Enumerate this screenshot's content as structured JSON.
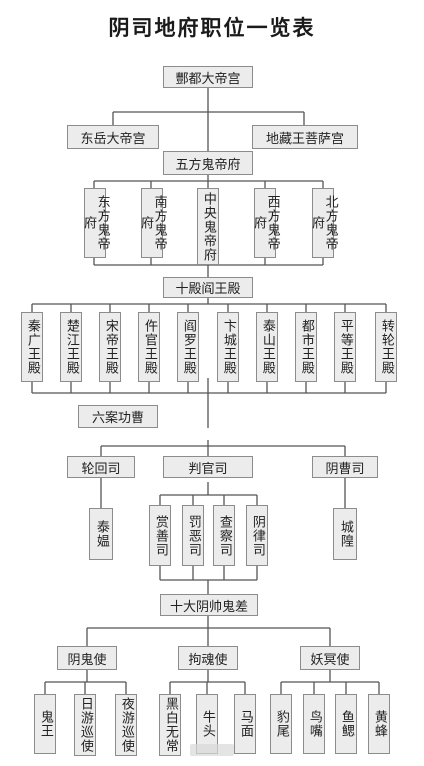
{
  "title": "阴司地府职位一览表",
  "nodes": {
    "fengdu": "酆都大帝宫",
    "dongyue": "东岳大帝宫",
    "dizang": "地藏王菩萨宫",
    "wufang": "五方鬼帝府",
    "east": "东方鬼帝府",
    "south": "南方鬼帝府",
    "central": "中央鬼帝府",
    "west": "西方鬼帝府",
    "north": "北方鬼帝府",
    "shidian": "十殿阎王殿",
    "d1": "秦广王殿",
    "d2": "楚江王殿",
    "d3": "宋帝王殿",
    "d4": "仵官王殿",
    "d5": "阎罗王殿",
    "d6": "卞城王殿",
    "d7": "泰山王殿",
    "d8": "都市王殿",
    "d9": "平等王殿",
    "d10": "转轮王殿",
    "liuan": "六案功曹",
    "lunhui": "轮回司",
    "panguan": "判官司",
    "yincao": "阴曹司",
    "taiyun": "泰媪",
    "shang": "赏善司",
    "fa": "罚恶司",
    "cha": "查察司",
    "lv": "阴律司",
    "chenghuang": "城隍",
    "shida": "十大阴帅鬼差",
    "yingui": "阴鬼使",
    "gouhun": "拘魂使",
    "yaoming": "妖冥使",
    "guiwang": "鬼王",
    "riyou": "日游巡使",
    "yeyou": "夜游巡使",
    "heibai": "黑白无常",
    "niutou": "牛头",
    "mamian": "马面",
    "baowei": "豹尾",
    "niaozui": "鸟嘴",
    "yusai": "鱼鳃",
    "huangfeng": "黄蜂"
  },
  "colors": {
    "box_fill": "#ececec",
    "box_border": "#8c8c8c",
    "line": "#555555"
  }
}
